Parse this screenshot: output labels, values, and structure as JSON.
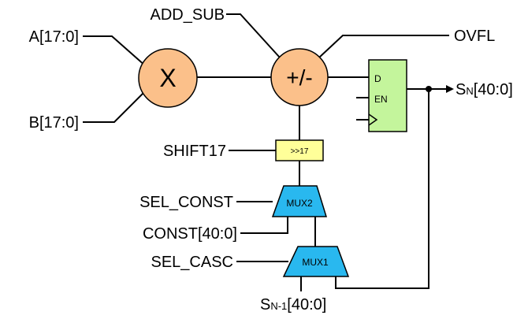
{
  "colors": {
    "operator_fill": "#FBC08A",
    "register_fill": "#C4F59C",
    "shift_fill": "#FFFF99",
    "mux_fill": "#29B8EF",
    "wire": "#000000"
  },
  "inputs": {
    "a": "A[17:0]",
    "b": "B[17:0]",
    "add_sub": "ADD_SUB",
    "shift17": "SHIFT17",
    "sel_const": "SEL_CONST",
    "const": "CONST[40:0]",
    "sel_casc": "SEL_CASC",
    "cascade_in": {
      "main": "S",
      "sub": "N-1",
      "suffix": "[40:0]"
    }
  },
  "outputs": {
    "ovfl": "OVFL",
    "sum": {
      "main": "S",
      "sub": "N",
      "suffix": "[40:0]"
    }
  },
  "blocks": {
    "multiplier": "X",
    "adder": "+/-",
    "shift": ">>17",
    "mux2": "MUX2",
    "mux1": "MUX1",
    "register": {
      "d": "D",
      "en": "EN"
    }
  }
}
